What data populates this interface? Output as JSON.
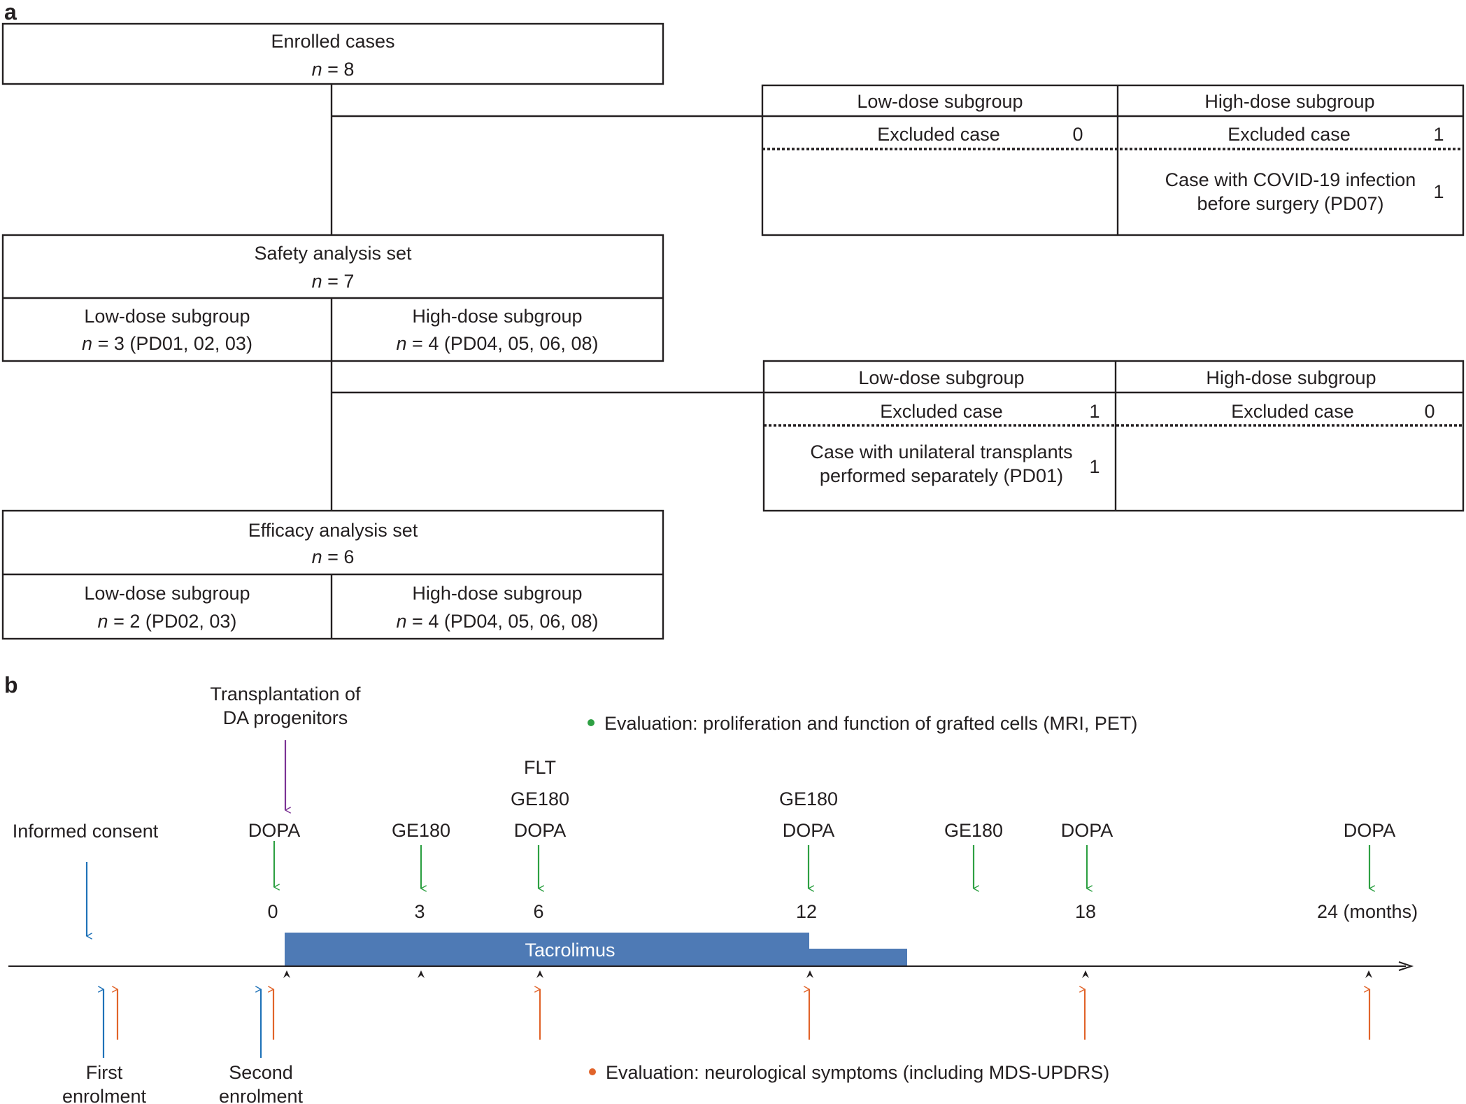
{
  "panel_a": {
    "label": "a",
    "enrolled": {
      "title": "Enrolled cases",
      "n_label": "n",
      "n_value": " = 8"
    },
    "exclusion1": {
      "low": {
        "header": "Low-dose subgroup",
        "excluded_label": "Excluded case",
        "excluded_count": "0"
      },
      "high": {
        "header": "High-dose subgroup",
        "excluded_label": "Excluded case",
        "excluded_count": "1",
        "reason_line1": "Case with COVID-19 infection",
        "reason_line2": "before surgery (PD07)",
        "reason_count": "1"
      }
    },
    "safety": {
      "title": "Safety analysis set",
      "n_label": "n",
      "n_value": " = 7",
      "low": {
        "header": "Low-dose subgroup",
        "n_label": "n",
        "n_value": " = 3 (PD01, 02, 03)"
      },
      "high": {
        "header": "High-dose subgroup",
        "n_label": "n",
        "n_value": " = 4 (PD04, 05, 06, 08)"
      }
    },
    "exclusion2": {
      "low": {
        "header": "Low-dose subgroup",
        "excluded_label": "Excluded case",
        "excluded_count": "1",
        "reason_line1": "Case with unilateral transplants",
        "reason_line2": "performed separately (PD01)",
        "reason_count": "1"
      },
      "high": {
        "header": "High-dose subgroup",
        "excluded_label": "Excluded case",
        "excluded_count": "0"
      }
    },
    "efficacy": {
      "title": "Efficacy analysis set",
      "n_label": "n",
      "n_value": " = 6",
      "low": {
        "header": "Low-dose subgroup",
        "n_label": "n",
        "n_value": " = 2 (PD02, 03)"
      },
      "high": {
        "header": "High-dose subgroup",
        "n_label": "n",
        "n_value": " = 4 (PD04, 05, 06, 08)"
      }
    }
  },
  "panel_b": {
    "label": "b",
    "transplant_line1": "Transplantation of",
    "transplant_line2": "DA progenitors",
    "legend_green": "Evaluation: proliferation and function of grafted cells (MRI, PET)",
    "legend_orange": "Evaluation: neurological symptoms (including MDS-UPDRS)",
    "informed_consent": "Informed consent",
    "first_enrolment_line1": "First",
    "first_enrolment_line2": "enrolment",
    "second_enrolment_line1": "Second",
    "second_enrolment_line2": "enrolment",
    "tacrolimus": "Tacrolimus",
    "scans": {
      "m0": "DOPA",
      "m3": "GE180",
      "m6_line1": "FLT",
      "m6_line2": "GE180",
      "m6_line3": "DOPA",
      "m12_line1": "GE180",
      "m12_line2": "DOPA",
      "m15": "GE180",
      "m18": "DOPA",
      "m24": "DOPA"
    },
    "ticks": [
      "0",
      "3",
      "6",
      "12",
      "18",
      "24 (months)"
    ],
    "colors": {
      "green": "#2ea043",
      "orange": "#e1642a",
      "blue": "#1f72b8",
      "purple": "#7b3294",
      "tacrolimus_bar": "#4e7ab5"
    }
  }
}
